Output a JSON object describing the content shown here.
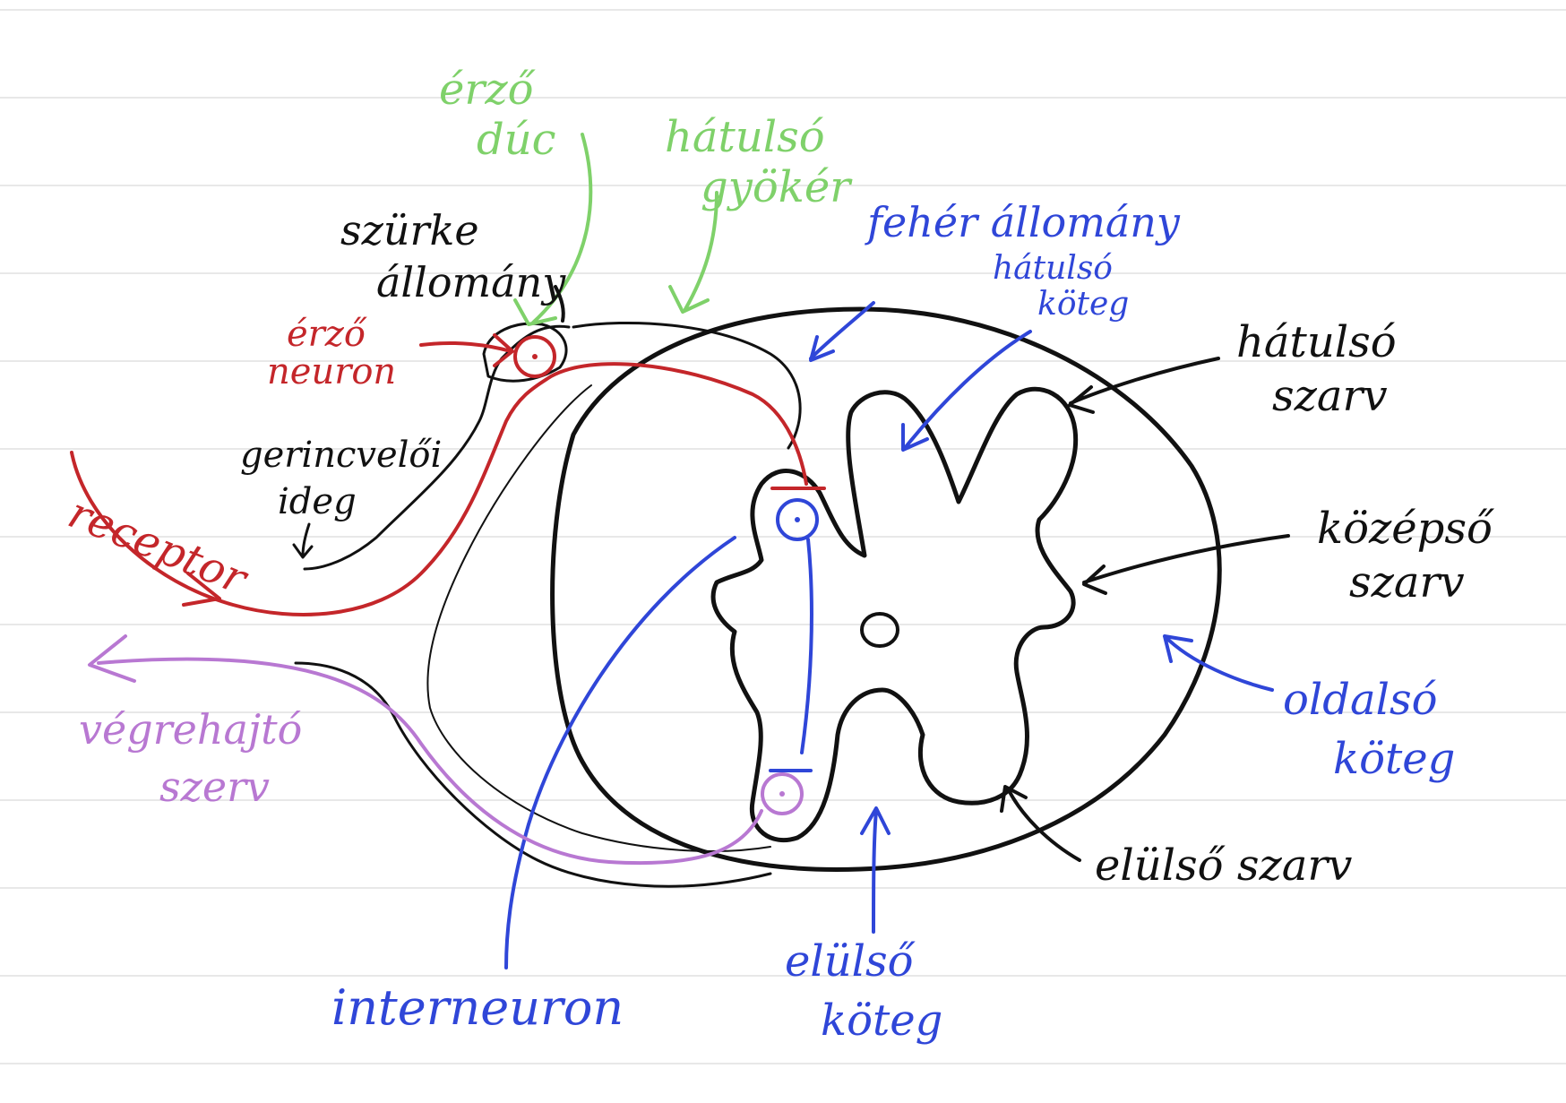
{
  "colors": {
    "black": "#111111",
    "green": "#7fd16a",
    "blue": "#2f46d8",
    "red": "#c4262a",
    "purple": "#b878d2",
    "paper": "#ffffff",
    "ruled_line": "#e8e8e8"
  },
  "labels": {
    "erzo_duc": [
      "érző",
      "dúc"
    ],
    "hatulso_gyoker": [
      "hátulsó",
      "gyökér"
    ],
    "szurke_allomany": [
      "szürke",
      "állomány"
    ],
    "feher_allomany": "fehér állomány",
    "hatulso_koteg": [
      "hátulsó",
      "köteg"
    ],
    "hatulso_szarv": [
      "hátulsó",
      "szarv"
    ],
    "kozepso_szarv": [
      "középső",
      "szarv"
    ],
    "oldalso_koteg": [
      "oldalsó",
      "köteg"
    ],
    "elulso_szarv": "elülső szarv",
    "elulso_koteg": [
      "elülső",
      "köteg"
    ],
    "interneuron": "interneuron",
    "vegrehajto_szerv": [
      "végrehajtó",
      "szerv"
    ],
    "receptor": "receptor",
    "erzo_neuron": [
      "érző",
      "neuron"
    ],
    "gerincveloi_ideg": [
      "gerincvelői",
      "ideg"
    ]
  }
}
